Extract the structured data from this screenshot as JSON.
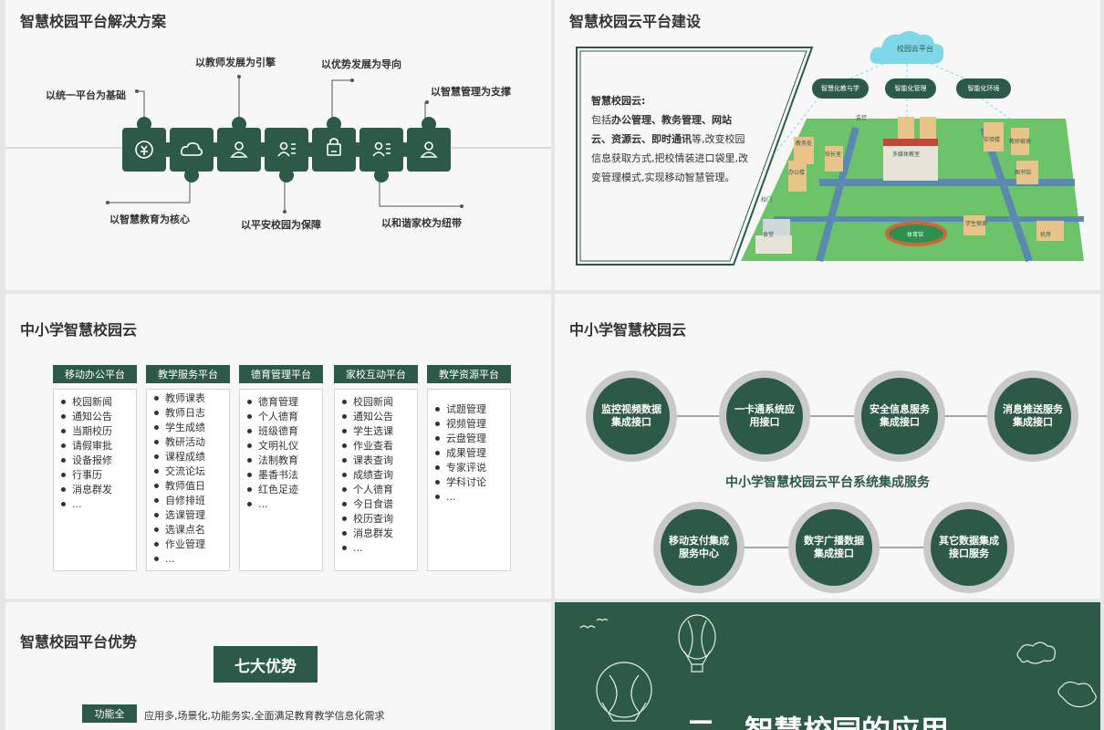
{
  "slide1": {
    "title": "智慧校园平台解决方案",
    "labels_top": [
      "以统一平台为基础",
      "以教师发展为引擎",
      "以优势发展为导向",
      "以智慧管理为支撑"
    ],
    "labels_bottom": [
      "以智慧教育为核心",
      "以平安校园为保障",
      "以和谐家校为纽带"
    ],
    "puzzle_icons": [
      "money-icon",
      "cloud-icon",
      "user-icon",
      "profile-list-icon",
      "lock-icon",
      "profile-list-icon",
      "user-icon"
    ]
  },
  "slide2": {
    "title": "智慧校园云平台建设",
    "text_title": "智慧校园云:",
    "text_prefix": "包括",
    "text_bold": "办公管理、教务管理、网站云、资源云、即时通讯",
    "text_rest": "等,改变校园信息获取方式,把校情装进口袋里,改变管理模式,实现移动智慧管理。",
    "cloud_label": "校园云平台",
    "pills": [
      "智慧化教与学",
      "智能化管理",
      "智能化环境"
    ],
    "map_labels": [
      "教务处",
      "办公楼",
      "校长室",
      "实验楼",
      "教师宿舍",
      "图书馆",
      "多媒体教室",
      "体育馆",
      "食堂",
      "机房",
      "学生宿舍",
      "监控",
      "校门"
    ]
  },
  "slide3": {
    "title": "中小学智慧校园云",
    "columns": [
      {
        "head": "移动办公平台",
        "items": [
          "校园新闻",
          "通知公告",
          "当期校历",
          "请假审批",
          "设备报修",
          "行事历",
          "消息群发",
          "..."
        ]
      },
      {
        "head": "教学服务平台",
        "items": [
          "教师课表",
          "教师日志",
          "学生成绩",
          "教研活动",
          "课程成绩",
          "交流论坛",
          "教师值日",
          "自修排班",
          "选课管理",
          "选课点名",
          "作业管理",
          "..."
        ]
      },
      {
        "head": "德育管理平台",
        "items": [
          "德育管理",
          "个人德育",
          "班级德育",
          "文明礼仪",
          "法制教育",
          "墨香书法",
          "红色足迹",
          "..."
        ]
      },
      {
        "head": "家校互动平台",
        "items": [
          "校园新闻",
          "通知公告",
          "学生选课",
          "作业查看",
          "课表查询",
          "成绩查询",
          "个人德育",
          "今日食谱",
          "校历查询",
          "消息群发",
          "..."
        ]
      },
      {
        "head": "教学资源平台",
        "items": [
          "试题管理",
          "视频管理",
          "云盘管理",
          "成果管理",
          "专家评说",
          "学科讨论",
          "..."
        ]
      }
    ]
  },
  "slide4": {
    "title": "中小学智慧校园云",
    "row1": [
      "监控视频数据集成接口",
      "一卡通系统应用接口",
      "安全信息服务集成接口",
      "消息推送服务集成接口"
    ],
    "middle": "中小学智慧校园云平台系统集成服务",
    "row2": [
      "移动支付集成服务中心",
      "数字广播数据集成接口",
      "其它数据集成接口服务"
    ]
  },
  "slide5": {
    "title": "智慧校园平台优势",
    "seven": "七大优势",
    "badge": "功能全",
    "advantage": "应用多,场景化,功能务实,全面满足教育教学信息化需求"
  },
  "slide6": {
    "title": "二、智慧校园的应用"
  }
}
